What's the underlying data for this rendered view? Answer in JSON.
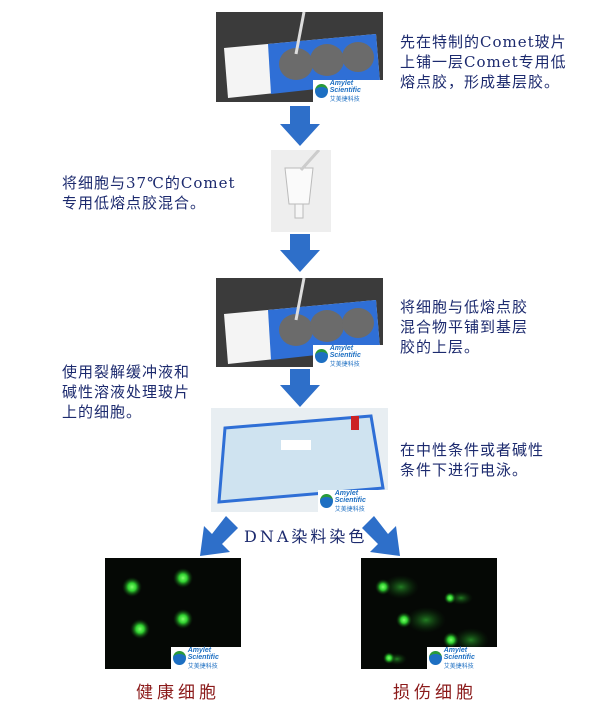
{
  "steps": [
    {
      "text": "先在特制的Comet玻片\n上铺一层Comet专用低\n熔点胶，形成基层胶。"
    },
    {
      "text": "将细胞与37℃的Comet\n专用低熔点胶混合。"
    },
    {
      "text": "将细胞与低熔点胶\n混合物平铺到基层\n胶的上层。"
    },
    {
      "text": "使用裂解缓冲液和\n碱性溶液处理玻片\n上的细胞。"
    },
    {
      "text": "在中性条件或者碱性\n条件下进行电泳。"
    }
  ],
  "stain_label": "DNA染料染色",
  "results": {
    "healthy": "健康细胞",
    "damaged": "损伤细胞"
  },
  "logo": {
    "en": "Amylet Scientific",
    "zh": "艾美捷科技"
  },
  "colors": {
    "arrow": "#2e6fc9",
    "text": "#1c2a6e",
    "result_label": "#8b1a1a",
    "slide": "#2f6fd6",
    "cell": "#3cff3c"
  }
}
